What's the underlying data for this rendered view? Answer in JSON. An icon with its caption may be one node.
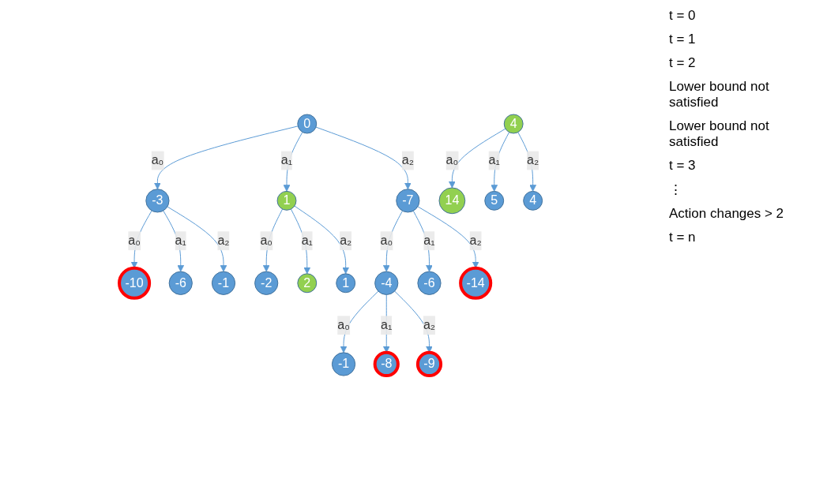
{
  "diagram": {
    "nodes": [
      {
        "text": [
          "0"
        ]
      },
      {
        "text": [
          "-3"
        ]
      },
      {
        "text": [
          "1"
        ]
      },
      {
        "text": [
          "-7"
        ]
      },
      {
        "text": [
          "-10"
        ]
      },
      {
        "text": [
          "-6"
        ]
      },
      {
        "text": [
          "-1"
        ]
      },
      {
        "text": [
          "-2"
        ]
      },
      {
        "text": [
          "2"
        ]
      },
      {
        "text": [
          "1"
        ]
      },
      {
        "text": [
          "-4"
        ]
      },
      {
        "text": [
          "-6"
        ]
      },
      {
        "text": [
          "-14"
        ]
      },
      {
        "text": [
          "-1"
        ]
      },
      {
        "text": [
          "-8"
        ]
      },
      {
        "text": [
          "-9"
        ]
      },
      {
        "text": [
          "4"
        ]
      },
      {
        "text": [
          "14"
        ]
      },
      {
        "text": [
          "5"
        ]
      },
      {
        "text": [
          "4"
        ]
      }
    ],
    "edges": [
      {
        "from": 0,
        "to": 1,
        "arrow": "to",
        "label": "a₀"
      },
      {
        "from": 0,
        "to": 2,
        "arrow": "to",
        "label": "a₁"
      },
      {
        "from": 0,
        "to": 3,
        "arrow": "to",
        "label": "a₂"
      },
      {
        "from": 1,
        "to": 4,
        "arrow": "to",
        "label": "a₀"
      },
      {
        "from": 1,
        "to": 5,
        "arrow": "to",
        "label": "a₁"
      },
      {
        "from": 1,
        "to": 6,
        "arrow": "to",
        "label": "a₂"
      },
      {
        "from": 2,
        "to": 7,
        "arrow": "to",
        "label": "a₀"
      },
      {
        "from": 2,
        "to": 8,
        "arrow": "to",
        "label": "a₁"
      },
      {
        "from": 2,
        "to": 9,
        "arrow": "to",
        "label": "a₂"
      },
      {
        "from": 3,
        "to": 10,
        "arrow": "to",
        "label": "a₀"
      },
      {
        "from": 3,
        "to": 11,
        "arrow": "to",
        "label": "a₁"
      },
      {
        "from": 3,
        "to": 12,
        "arrow": "to",
        "label": "a₂"
      },
      {
        "from": 10,
        "to": 13,
        "arrow": "to",
        "label": "a₀"
      },
      {
        "from": 10,
        "to": 14,
        "arrow": "to",
        "label": "a₁"
      },
      {
        "from": 10,
        "to": 15,
        "arrow": "to",
        "label": "a₂"
      },
      {
        "from": 16,
        "to": 17,
        "arrow": "to",
        "label": "a₀"
      },
      {
        "from": 16,
        "to": 18,
        "arrow": "to",
        "label": "a₁"
      },
      {
        "from": 16,
        "to": 19,
        "arrow": "to",
        "label": "a₂"
      }
    ],
    "labels": [
      "t = 0",
      "t = 1",
      "t = 2",
      "Lower bound not satisfied",
      "Lower bound not satisfied",
      "t = 3",
      "⋮",
      "Action changes > 2",
      "t = n"
    ]
  }
}
